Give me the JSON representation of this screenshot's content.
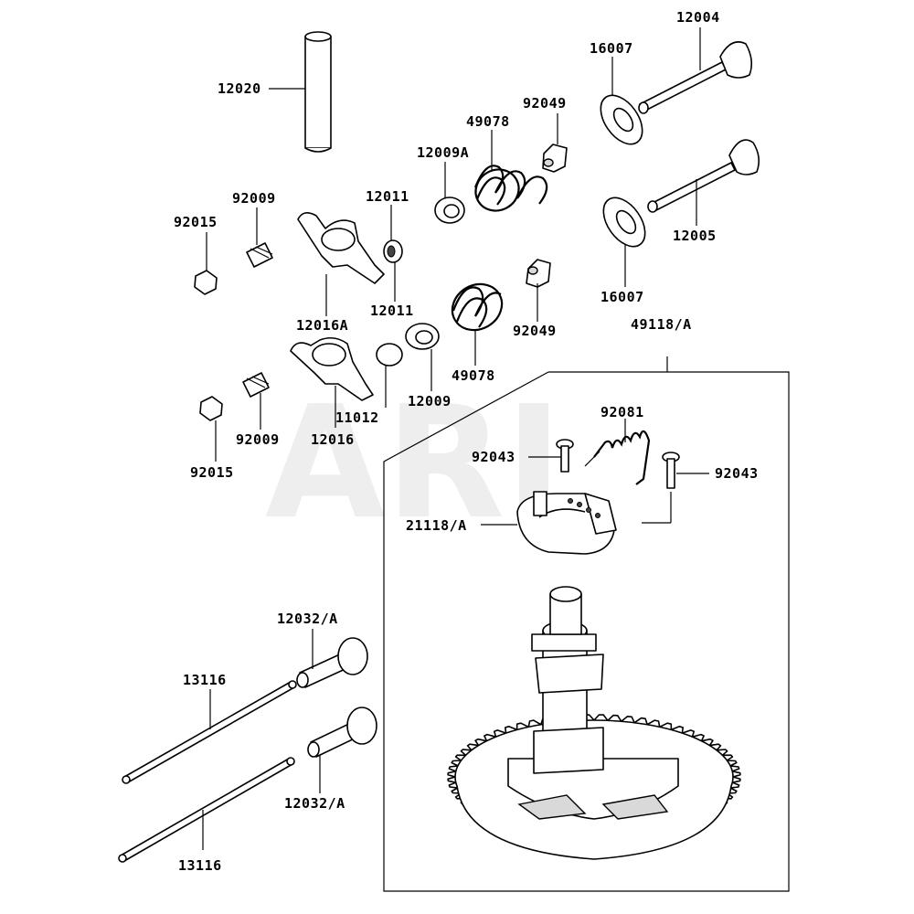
{
  "watermark": "ARI",
  "callouts": {
    "c12004": "12004",
    "c16007a": "16007",
    "c12020": "12020",
    "c92049a": "92049",
    "c49078a": "49078",
    "c12009a": "12009A",
    "c92009a": "92009",
    "c12011a": "12011",
    "c92015a": "92015",
    "c12005": "12005",
    "c12011b": "12011",
    "c16007b": "16007",
    "c12016a": "12016A",
    "c92049b": "92049",
    "c49118": "49118/A",
    "c49078b": "49078",
    "c12009": "12009",
    "c11012": "11012",
    "c92081": "92081",
    "c92009b": "92009",
    "c12016": "12016",
    "c92043a": "92043",
    "c92043b": "92043",
    "c92015b": "92015",
    "c21118": "21118/A",
    "c12032a": "12032/A",
    "c13116a": "13116",
    "c12032b": "12032/A",
    "c13116b": "13116"
  }
}
